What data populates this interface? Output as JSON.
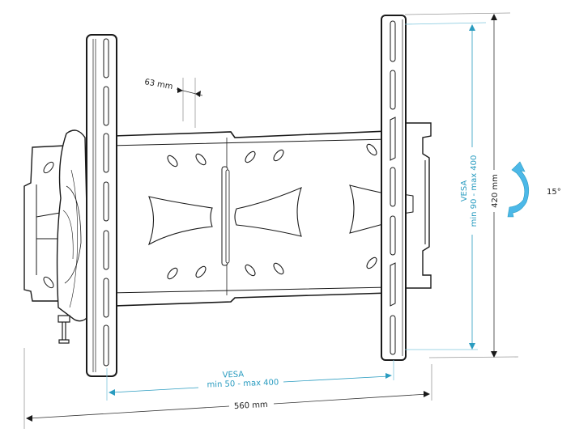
{
  "diagram": {
    "subject": "Tilting TV wall mount bracket",
    "colors": {
      "outline": "#1a1a1a",
      "dimension_line": "#333333",
      "vesa_accent": "#2a9cc0",
      "tilt_arrow": "#4cb8e8"
    },
    "labels": {
      "slot_spacing": "63 mm",
      "width_total": "560 mm",
      "height_total": "420 mm",
      "vesa_horizontal_title": "VESA",
      "vesa_horizontal_range": "min 50 - max 400",
      "vesa_vertical_title": "VESA",
      "vesa_vertical_range": "min 90 - max 400",
      "tilt_angle": "15°"
    },
    "icons": {
      "tilt": "curved-rotate-arrow-icon"
    }
  }
}
